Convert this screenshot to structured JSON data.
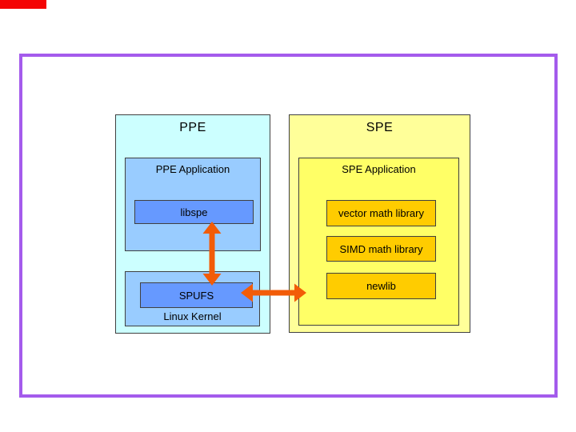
{
  "slide": {
    "background": "#ffffff",
    "frame_color": "#a45bec",
    "corner_marker_color": "#f40505"
  },
  "diagram": {
    "ppe": {
      "title": "PPE",
      "fill": "#ccffff",
      "application": {
        "title": "PPE Application",
        "fill": "#99ccff",
        "children": [
          {
            "label": "libspe",
            "fill": "#6699ff"
          }
        ]
      },
      "kernel": {
        "title": "Linux Kernel",
        "fill": "#99ccff",
        "children": [
          {
            "label": "SPUFS",
            "fill": "#6699ff"
          }
        ]
      }
    },
    "spe": {
      "title": "SPE",
      "fill": "#ffff99",
      "application": {
        "title": "SPE Application",
        "fill": "#ffff66",
        "children": [
          {
            "label": "vector math library",
            "fill": "#ffcc00"
          },
          {
            "label": "SIMD math library",
            "fill": "#ffcc00"
          },
          {
            "label": "newlib",
            "fill": "#ffcc00"
          }
        ]
      }
    },
    "arrows": {
      "color": "#f25c08",
      "connections": [
        "libspe <-> SPUFS",
        "SPUFS <-> SPE"
      ]
    }
  }
}
